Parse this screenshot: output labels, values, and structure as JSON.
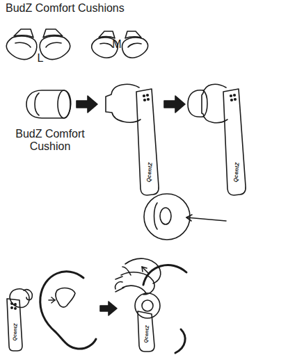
{
  "diagram": {
    "title": "BudZ Comfort Cushions",
    "labels": [
      "L",
      "M",
      "BudZ Comfort Cushion",
      "QcentZ",
      "QcentZ",
      "QcentZ",
      "QcentZ"
    ]
  }
}
